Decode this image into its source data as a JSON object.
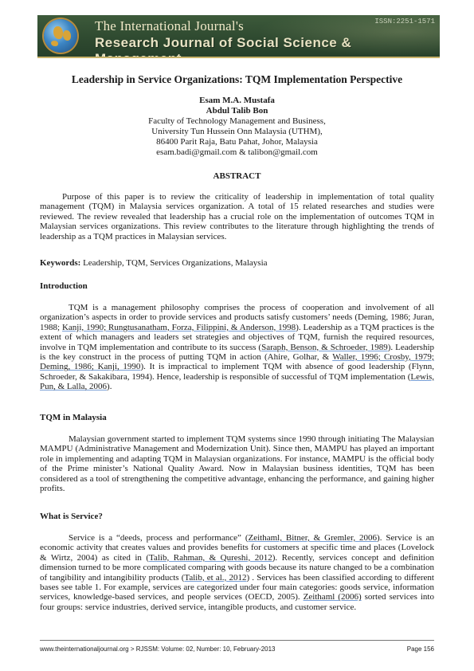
{
  "banner": {
    "line1": "The International Journal's",
    "line2": "Research Journal of Social Science & Management",
    "issn": "ISSN:2251-1571"
  },
  "title": "Leadership in Service Organizations: TQM Implementation Perspective",
  "authors": {
    "name1": "Esam M.A. Mustafa",
    "name2": "Abdul Talib Bon",
    "affil1": "Faculty of Technology Management and Business,",
    "affil2": "University Tun Hussein Onn Malaysia (UTHM),",
    "affil3": "86400 Parit Raja, Batu Pahat, Johor, Malaysia",
    "email": "esam.badi@gmail.com & talibon@gmail.com"
  },
  "abstract": {
    "heading": "ABSTRACT",
    "text": "Purpose of this paper is to review the criticality of leadership in implementation of total quality management (TQM) in Malaysia services organization. A total of 15 related researches and studies were reviewed. The review revealed that leadership has a crucial role on the implementation of outcomes TQM in Malaysian services organizations. This review contributes to the literature through highlighting the trends of leadership as a TQM practices in Malaysian services."
  },
  "keywords": {
    "label": "Keywords:",
    "text": "Leadership, TQM, Services Organizations, Malaysia"
  },
  "intro": {
    "heading": "Introduction",
    "p1a": "TQM is a management philosophy comprises the process of cooperation and involvement of all organization’s aspects in order to provide services and products satisfy customers’ needs (Deming, 1986; Juran, 1988; ",
    "c1": "Kanji, 1990; Rungtusanatham, Forza, Filippini, & Anderson, 1998",
    "p1b": "). Leadership as a TQM practices is the extent of which managers and leaders set strategies and objectives of TQM, furnish the required resources, involve in TQM implementation and contribute to its success (",
    "c2": "Saraph, Benson, & Schroeder, 1989",
    "p1c": "). Leadership is the key construct in the process of putting TQM in action (Ahire, Golhar, & ",
    "c3": "Waller, 1996; Crosby, 1979; Deming, 1986; Kanji, 1990",
    "p1d": "). It is impractical to implement TQM with absence of  good leadership (Flynn, Schroeder, & Sakakibara, 1994). Hence, leadership is responsible of successful of TQM implementation (",
    "c4": "Lewis, Pun, & Lalla, 2006",
    "p1e": ")."
  },
  "tqm_malaysia": {
    "heading": "TQM in Malaysia",
    "text": "Malaysian government started to implement TQM systems since 1990 through initiating The Malaysian MAMPU (Administrative Management and Modernization Unit). Since then, MAMPU has played an important role in implementing and adapting TQM in Malaysian organizations. For instance, MAMPU is the official body of the Prime minister’s National Quality Award. Now in Malaysian business identities, TQM has been considered as a tool of strengthening the competitive advantage, enhancing the performance, and gaining higher profits."
  },
  "service": {
    "heading": "What is Service?",
    "p1a": "Service is a “deeds, process and performance” (",
    "c1": "Zeithaml, Bitner, & Gremler, 2006",
    "p1b": "). Service is an economic activity that creates values and provides benefits for customers at specific time and places (Lovelock & Wirtz, 2004) as cited in (",
    "c2": "Talib, Rahman, & Qureshi, 2012",
    "p1c": "). Recently, services concept and definition dimension turned to be more complicated comparing with goods because its nature changed to be a combination of tangibility and intangibility products  (",
    "c3": "Talib, et al., 2012",
    "p1d": ") .  Services has been classified according to different bases see table 1. For example, services are categorized under four main categories: goods service, information services, knowledge-based services, and people services (OECD, 2005). ",
    "c4": "Zeithaml (2006)",
    "p1e": " sorted services into four groups: service industries, derived service, intangible products, and customer service."
  },
  "footer": {
    "left": "www.theinternationaljournal.org > RJSSM: Volume: 02, Number: 10, February-2013",
    "page": "Page 156"
  }
}
